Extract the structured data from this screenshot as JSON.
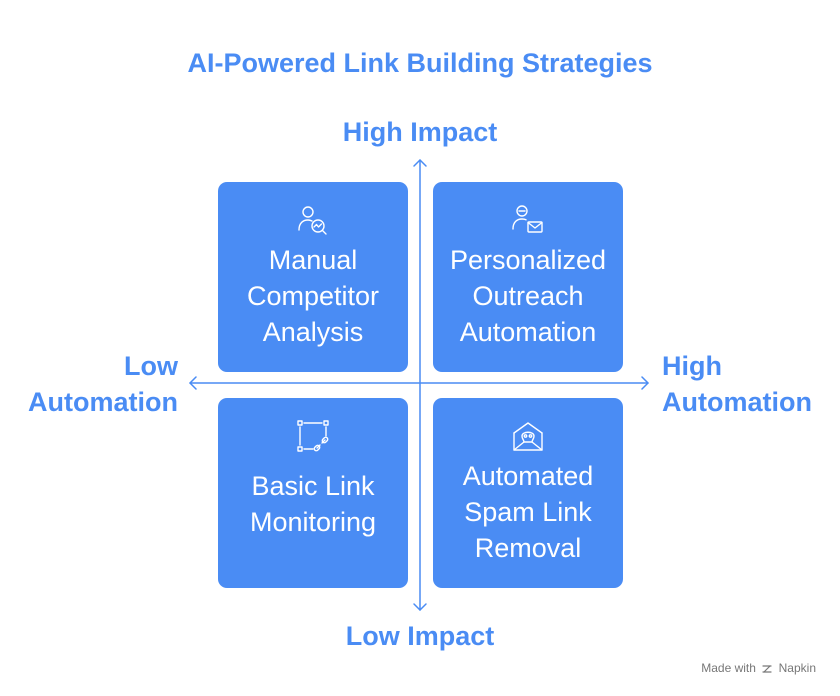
{
  "title": "AI-Powered Link Building Strategies",
  "axes": {
    "top": "High Impact",
    "bottom": "Low Impact",
    "left_line1": "Low",
    "left_line2": "Automation",
    "right_line1": "High",
    "right_line2": "Automation"
  },
  "quadrants": {
    "top_left": {
      "lines": [
        "Manual",
        "Competitor",
        "Analysis"
      ],
      "icon": "user-analytics-icon"
    },
    "top_right": {
      "lines": [
        "Personalized",
        "Outreach",
        "Automation"
      ],
      "icon": "user-mail-icon"
    },
    "bottom_left": {
      "lines": [
        "Basic Link",
        "Monitoring"
      ],
      "icon": "link-frame-icon"
    },
    "bottom_right": {
      "lines": [
        "Automated",
        "Spam Link",
        "Removal"
      ],
      "icon": "spam-mail-icon"
    }
  },
  "footer": {
    "made_with": "Made with",
    "brand": "Napkin"
  },
  "colors": {
    "accent": "#4a8cf4",
    "axis": "#4a8cf4",
    "footer": "#777777"
  }
}
